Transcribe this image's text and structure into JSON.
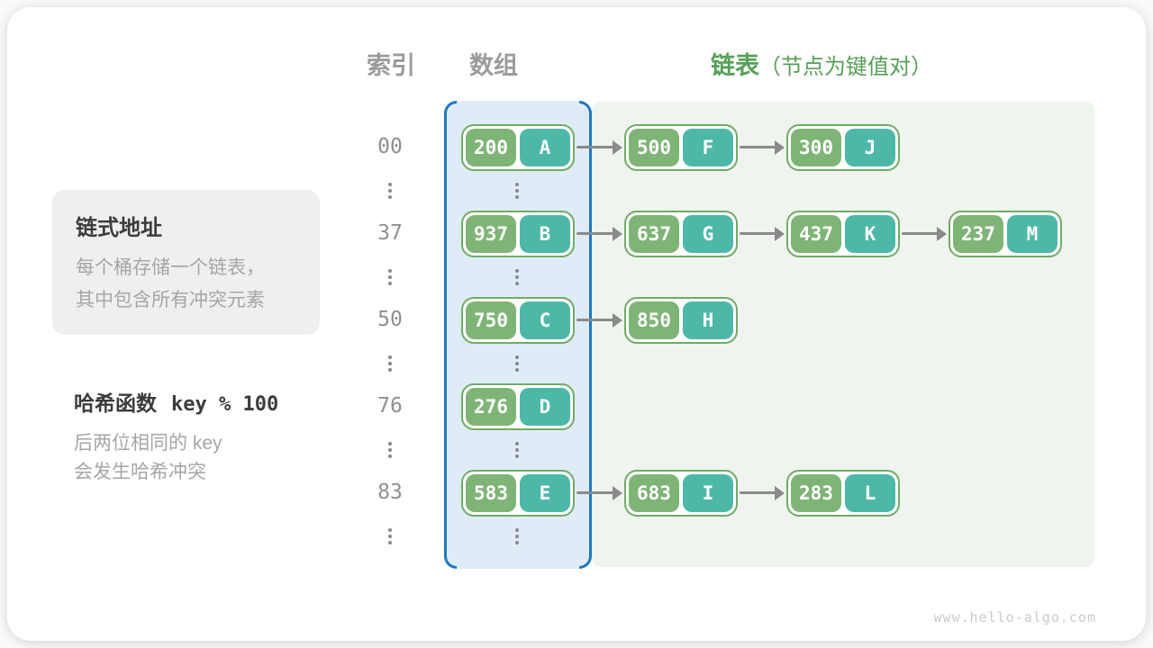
{
  "headers": {
    "index": "索引",
    "array": "数组",
    "list": "链表",
    "list_note": "（节点为键值对）"
  },
  "info_box": {
    "title": "链式地址",
    "lines": [
      "每个桶存储一个链表，",
      "其中包含所有冲突元素"
    ]
  },
  "hash_note": {
    "title": "哈希函数",
    "formula": "key % 100",
    "lines": [
      "后两位相同的 key",
      "会发生哈希冲突"
    ]
  },
  "rows": [
    {
      "index": "00",
      "bucket": {
        "key": "200",
        "value": "A"
      },
      "chain": [
        {
          "key": "500",
          "value": "F"
        },
        {
          "key": "300",
          "value": "J"
        }
      ]
    },
    {
      "index": "37",
      "bucket": {
        "key": "937",
        "value": "B"
      },
      "chain": [
        {
          "key": "637",
          "value": "G"
        },
        {
          "key": "437",
          "value": "K"
        },
        {
          "key": "237",
          "value": "M"
        }
      ]
    },
    {
      "index": "50",
      "bucket": {
        "key": "750",
        "value": "C"
      },
      "chain": [
        {
          "key": "850",
          "value": "H"
        }
      ]
    },
    {
      "index": "76",
      "bucket": {
        "key": "276",
        "value": "D"
      },
      "chain": []
    },
    {
      "index": "83",
      "bucket": {
        "key": "583",
        "value": "E"
      },
      "chain": [
        {
          "key": "683",
          "value": "I"
        },
        {
          "key": "283",
          "value": "L"
        }
      ]
    }
  ],
  "icons": {
    "chain_link": "right-arrow",
    "omitted_rows": "vertical-ellipsis"
  },
  "watermark": "www.hello-algo.com",
  "colors": {
    "accent_green": "#57a058",
    "header_gray": "#9b9b9b",
    "key_green": "#7fb477",
    "value_teal": "#4db8a8",
    "node_border": "#6fac64",
    "array_fill": "#dfecf7",
    "array_bracket": "#2177c2",
    "list_fill": "#eff5ee",
    "arrow_gray": "#8a8a8a",
    "dot_gray": "#8a8a8a",
    "box_bg": "#efefef",
    "dark_text": "#3c3c3c",
    "muted_text": "#a6a6a6",
    "index_gray": "#8f8f8f",
    "watermark_gray": "#cbcbcb"
  }
}
